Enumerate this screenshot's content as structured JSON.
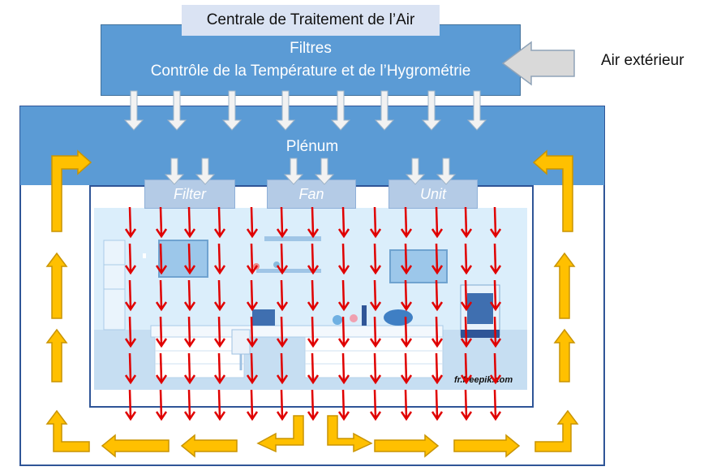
{
  "title": "Centrale de Traitement de l’Air",
  "cta": {
    "line1": "Filtres",
    "line2": "Contrôle de la Température et de l’Hygrométrie"
  },
  "outside_air_label": "Air extérieur",
  "plenum_label": "Plénum",
  "ffu_labels": [
    "Filter",
    "Fan",
    "Unit"
  ],
  "image_credit": "fr.freepik.com",
  "colors": {
    "cta_blue": "#5b9bd5",
    "title_box": "#dae3f3",
    "ffu": "#b4cbe6",
    "downflow_arrow": "#e00000",
    "return_arrow": "#ffc000",
    "supply_arrow": "#f2f2f2",
    "frame": "#2f5597"
  },
  "icons": [
    "outside-air-arrow-icon",
    "supply-arrow-icon",
    "downflow-arrow-icon",
    "return-air-arrow-icon"
  ]
}
